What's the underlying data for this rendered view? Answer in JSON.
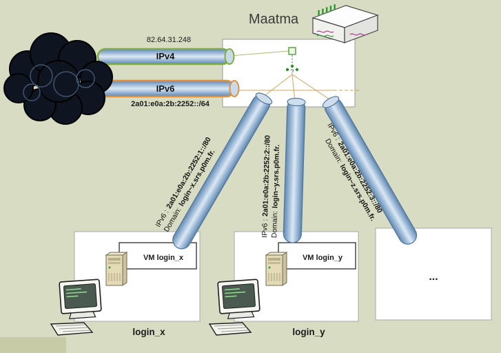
{
  "title": "Maatma",
  "colors": {
    "ipv4_ring": "#7fae3e",
    "ipv6_ring": "#df9140",
    "pipe_stroke": "#4f749c"
  },
  "uplink": {
    "ipv4": {
      "label": "IPv4",
      "address": "82.64.31.248"
    },
    "ipv6": {
      "label": "IPv6",
      "prefix": "2a01:e0a:2b:2252::/64"
    }
  },
  "tunnels": [
    {
      "ip_label": "IPv6 :",
      "ip_value": "2a01:e0a:2b:2252:1::/80",
      "domain_label": "Domain:",
      "domain_value": "login~x.srs.p0m.fr."
    },
    {
      "ip_label": "IPv6 :",
      "ip_value": "2a01:e0a:2b:2252:2::/80",
      "domain_label": "Domain:",
      "domain_value": "login~y.srs.p0m.fr."
    },
    {
      "ip_label": "IPv6 :",
      "ip_value": "2a01:e0a:2b:2252:3::/80",
      "domain_label": "Domain:",
      "domain_value": "login~z.srs.p0m.fr."
    }
  ],
  "hosts": [
    {
      "vm": "VM login_x",
      "name": "login_x"
    },
    {
      "vm": "VM login_y",
      "name": "login_y"
    },
    {
      "placeholder": "..."
    }
  ],
  "router_query": "?"
}
